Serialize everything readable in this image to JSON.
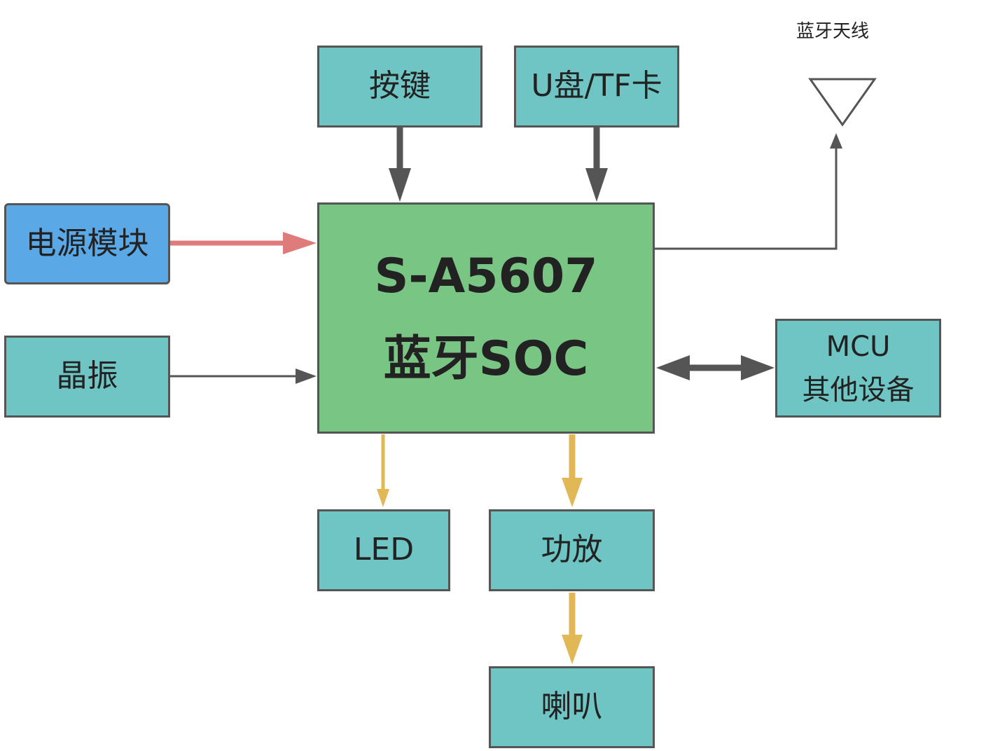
{
  "soc": {
    "line1": "S-A5607",
    "line2": "蓝牙SOC"
  },
  "blocks": {
    "keys": "按键",
    "storage": "U盘/TF卡",
    "power": "电源模块",
    "crystal": "晶振",
    "mcu_line1": "MCU",
    "mcu_line2": "其他设备",
    "led": "LED",
    "amp": "功放",
    "speaker": "喇叭"
  },
  "antenna": {
    "label": "蓝牙天线"
  },
  "colors": {
    "teal": "#6fc4c4",
    "blue": "#5aa8e6",
    "green": "#79c584",
    "arrow_gray": "#555555",
    "arrow_red": "#e07b7b",
    "arrow_yellow": "#e2b857"
  }
}
